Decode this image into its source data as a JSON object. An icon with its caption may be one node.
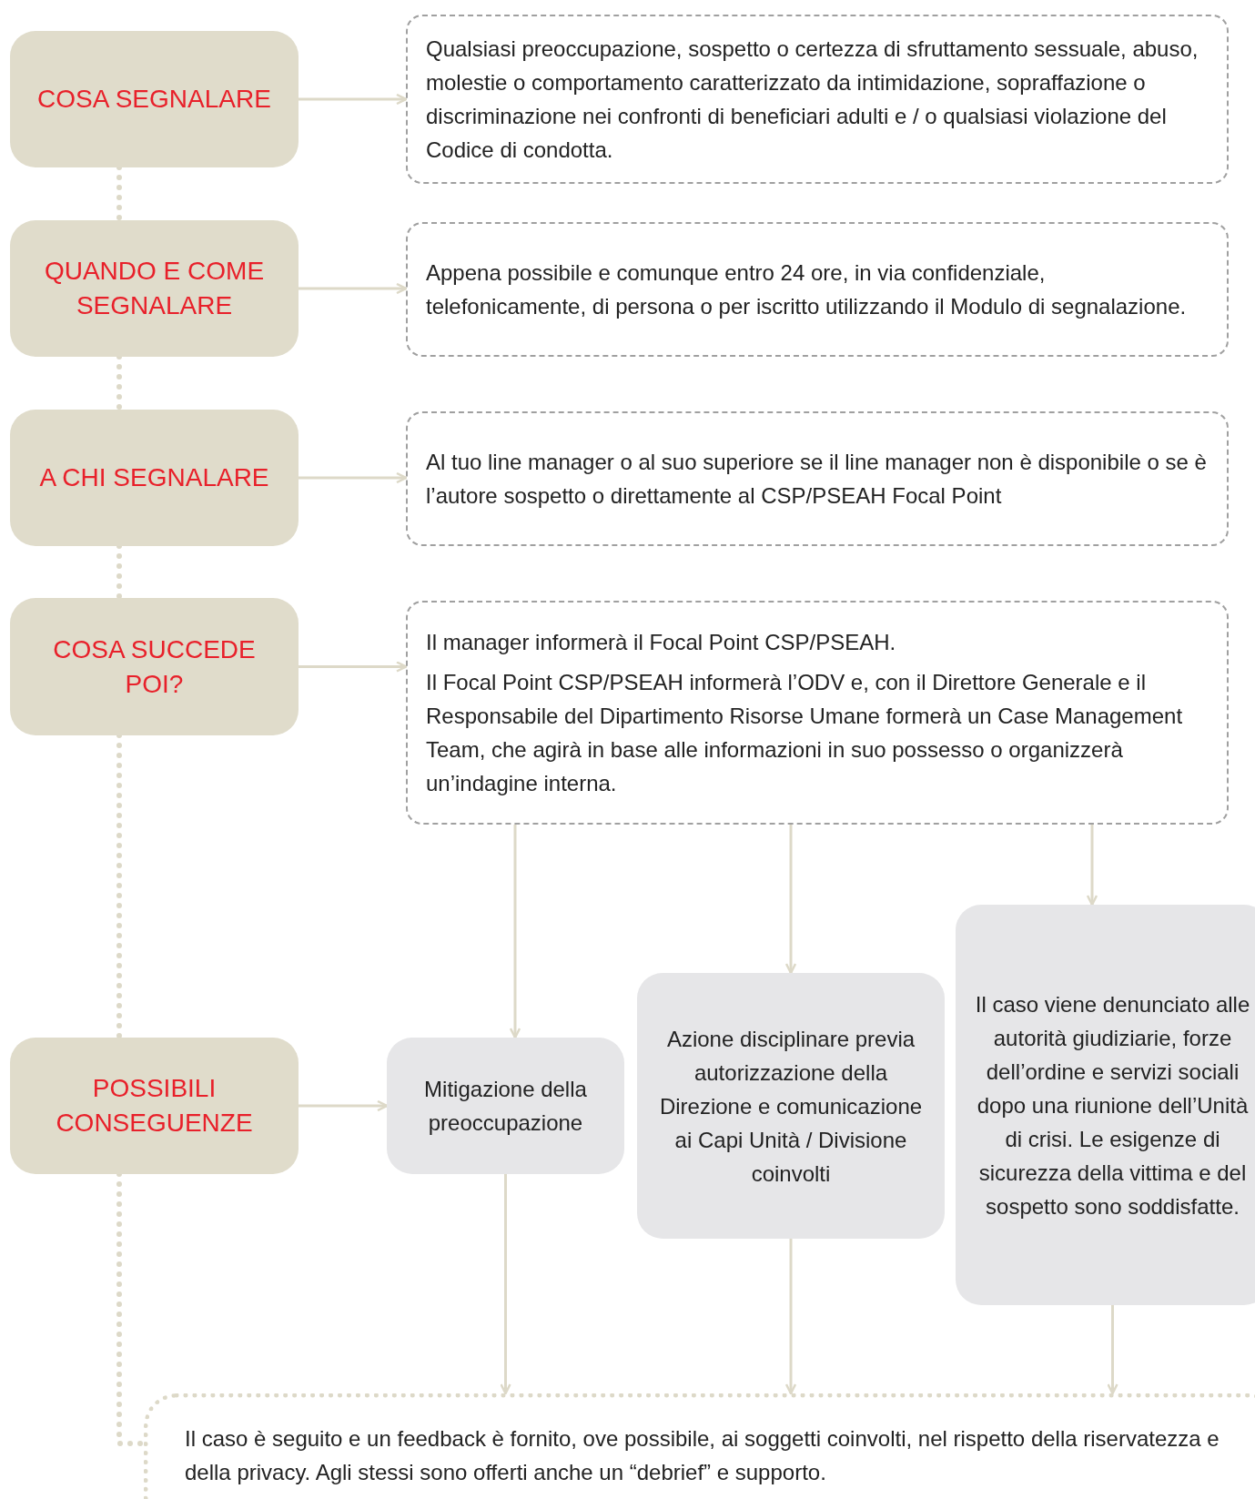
{
  "diagram": {
    "nodes": [
      {
        "text": [
          "COSA SEGNALARE"
        ]
      },
      {
        "text": [
          "Qualsiasi preoccupazione, sospetto o certezza di sfruttamento sessuale, abuso, molestie o comportamento caratterizzato da intimidazione, sopraffazione o discriminazione nei confronti di beneficiari adulti e / o qualsiasi violazione del Codice di condotta."
        ]
      },
      {
        "text": [
          "QUANDO E COME SEGNALARE"
        ]
      },
      {
        "text": [
          "Appena possibile e comunque entro 24 ore, in via confidenziale, telefonicamente, di persona o per iscritto utilizzando il Modulo di segnalazione."
        ]
      },
      {
        "text": [
          "A CHI SEGNALARE"
        ]
      },
      {
        "text": [
          "Al tuo line manager o al suo superiore se il line manager non è disponibile o se è l’autore sospetto o direttamente al CSP/PSEAH Focal Point"
        ]
      },
      {
        "text": [
          "COSA SUCCEDE POI?"
        ]
      },
      {
        "text": [
          "Il manager informerà il Focal Point CSP/PSEAH.",
          "Il Focal Point CSP/PSEAH informerà l’ODV e, con il Direttore Generale e il Responsabile del Dipartimento Risorse Umane formerà un Case Management Team, che agirà in base alle informazioni in suo possesso o organizzerà un’indagine interna."
        ]
      },
      {
        "text": [
          "POSSIBILI CONSEGUENZE"
        ]
      },
      {
        "text": [
          "Mitigazione della preoccupazione"
        ]
      },
      {
        "text": [
          "Azione disciplinare previa autorizzazione della Direzione e comunicazione ai Capi Unità / Divisione coinvolti"
        ]
      },
      {
        "text": [
          "Il caso viene denunciato alle autorità giudiziarie, forze dell’ordine e servizi sociali dopo una riunione dell’Unità di crisi. Le esigenze di sicurezza della vittima e del sospetto sono soddisfatte."
        ]
      },
      {
        "text": [
          "Il caso è seguito e un feedback è fornito, ove possibile, ai soggetti coinvolti, nel rispetto della riservatezza e della privacy. Agli stessi sono offerti anche un “debrief” e supporto."
        ]
      }
    ],
    "edges": [
      {
        "from": 0,
        "to": 1,
        "arrow": "to"
      },
      {
        "from": 2,
        "to": 3,
        "arrow": "to"
      },
      {
        "from": 4,
        "to": 5,
        "arrow": "to"
      },
      {
        "from": 6,
        "to": 7,
        "arrow": "to"
      },
      {
        "from": 8,
        "to": 9,
        "arrow": "to"
      },
      {
        "from": 7,
        "to": 9,
        "arrow": "to"
      },
      {
        "from": 7,
        "to": 10,
        "arrow": "to"
      },
      {
        "from": 7,
        "to": 11,
        "arrow": "to"
      },
      {
        "from": 9,
        "to": 12,
        "arrow": "to"
      },
      {
        "from": 10,
        "to": 12,
        "arrow": "to"
      },
      {
        "from": 11,
        "to": 12,
        "arrow": "to"
      },
      {
        "from": 0,
        "to": 2,
        "arrow": "none",
        "style": "dashed"
      },
      {
        "from": 2,
        "to": 4,
        "arrow": "none",
        "style": "dashed"
      },
      {
        "from": 4,
        "to": 6,
        "arrow": "none",
        "style": "dashed"
      },
      {
        "from": 6,
        "to": 8,
        "arrow": "none",
        "style": "dashed"
      },
      {
        "from": 8,
        "to": 12,
        "arrow": "none",
        "style": "dashed"
      }
    ]
  }
}
